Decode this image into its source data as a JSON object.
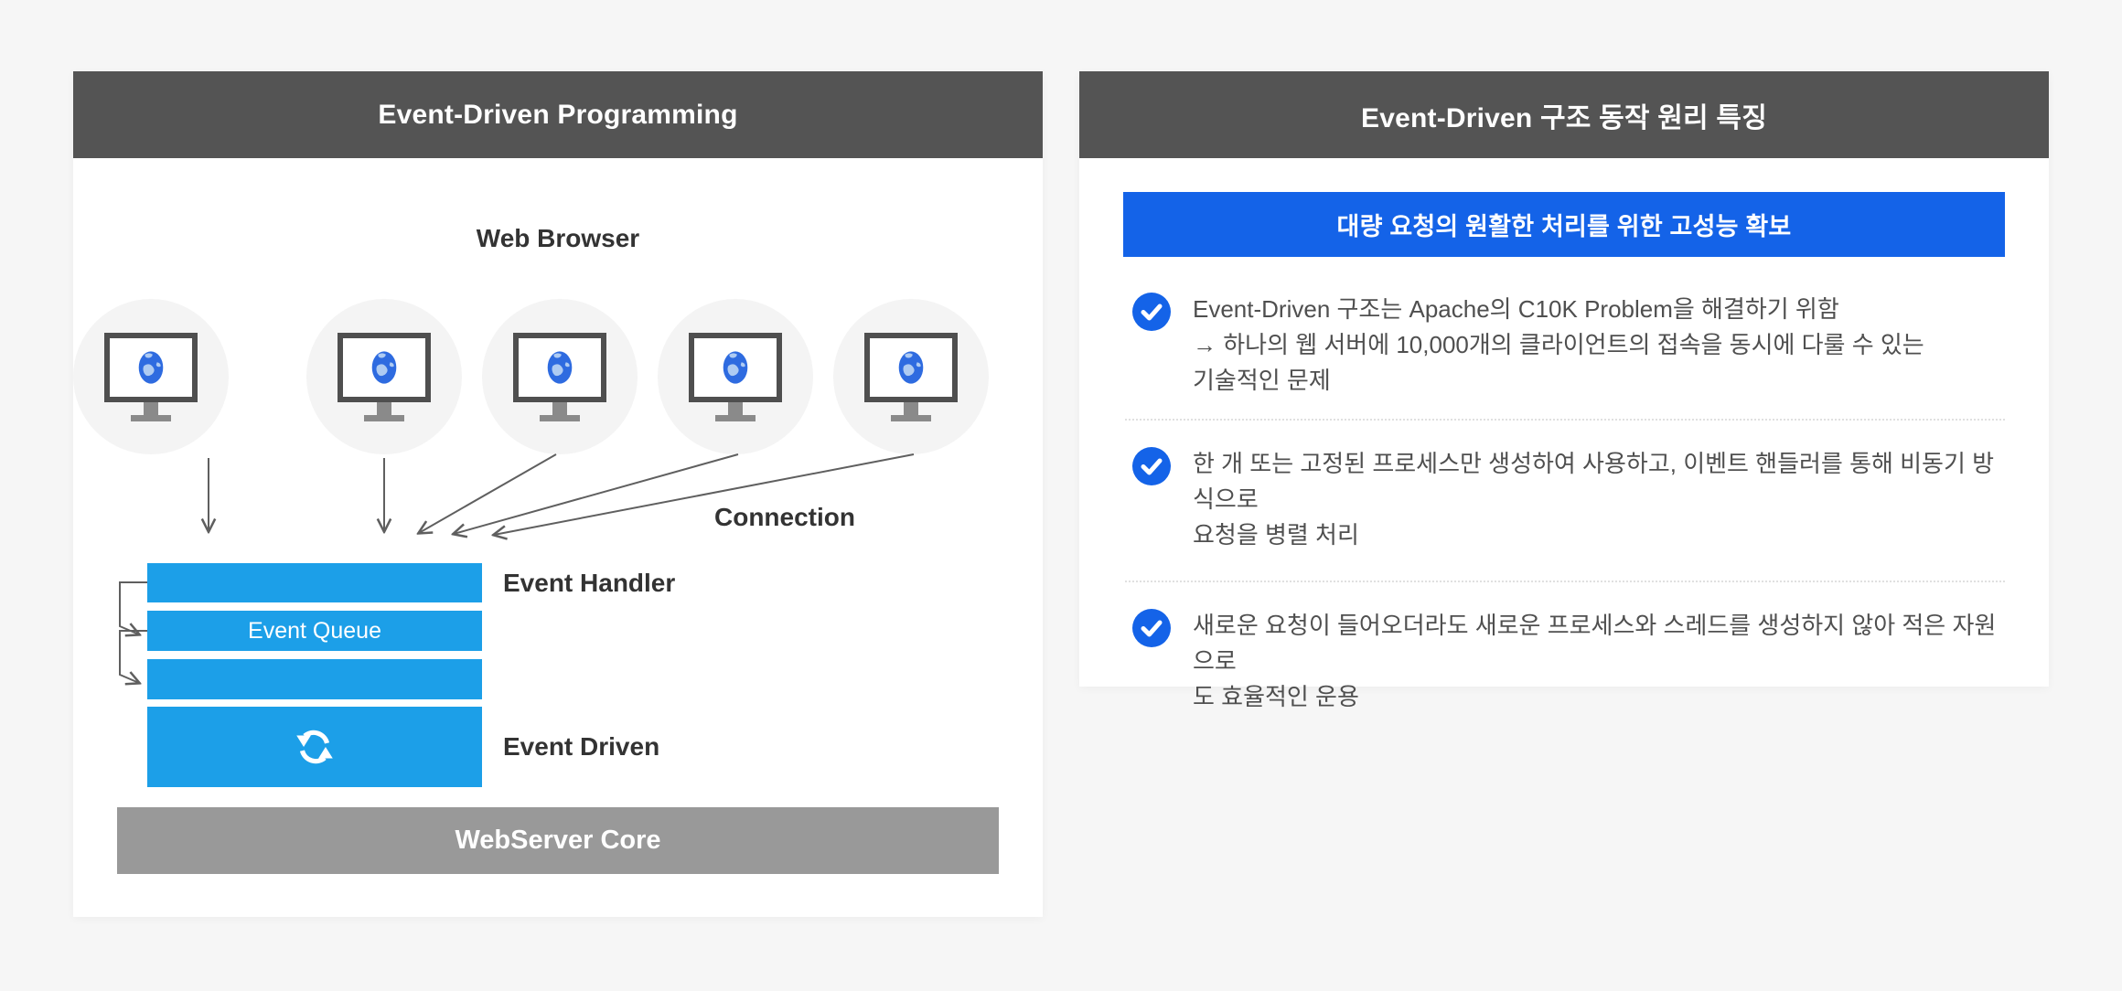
{
  "left_panel": {
    "title": "Event-Driven Programming",
    "web_browser_label": "Web Browser",
    "connection_label": "Connection",
    "event_handler_label": "Event Handler",
    "event_queue_label": "Event Queue",
    "event_driven_label": "Event Driven",
    "webserver_core_label": "WebServer Core",
    "browser_count": 5
  },
  "right_panel": {
    "title": "Event-Driven 구조 동작 원리 특징",
    "banner_label": "대량 요청의 원활한 처리를 위한 고성능 확보",
    "bullets": [
      {
        "lines": [
          "Event-Driven 구조는 Apache의 C10K Problem을 해결하기 위함",
          "→ 하나의 웹 서버에 10,000개의 클라이언트의 접속을 동시에 다룰 수 있는",
          "기술적인 문제"
        ]
      },
      {
        "lines": [
          "한 개 또는 고정된 프로세스만 생성하여 사용하고, 이벤트 핸들러를 통해 비동기 방식으로",
          "요청을 병렬 처리"
        ]
      },
      {
        "lines": [
          "새로운 요청이 들어오더라도 새로운 프로세스와 스레드를 생성하지 않아 적은 자원으로",
          "도 효율적인 운용"
        ]
      }
    ]
  },
  "colors": {
    "header_gray": "#545454",
    "diagram_blue": "#1C9FE8",
    "accent_blue": "#1463E8",
    "core_gray": "#999999",
    "page_background": "#F6F6F6"
  }
}
